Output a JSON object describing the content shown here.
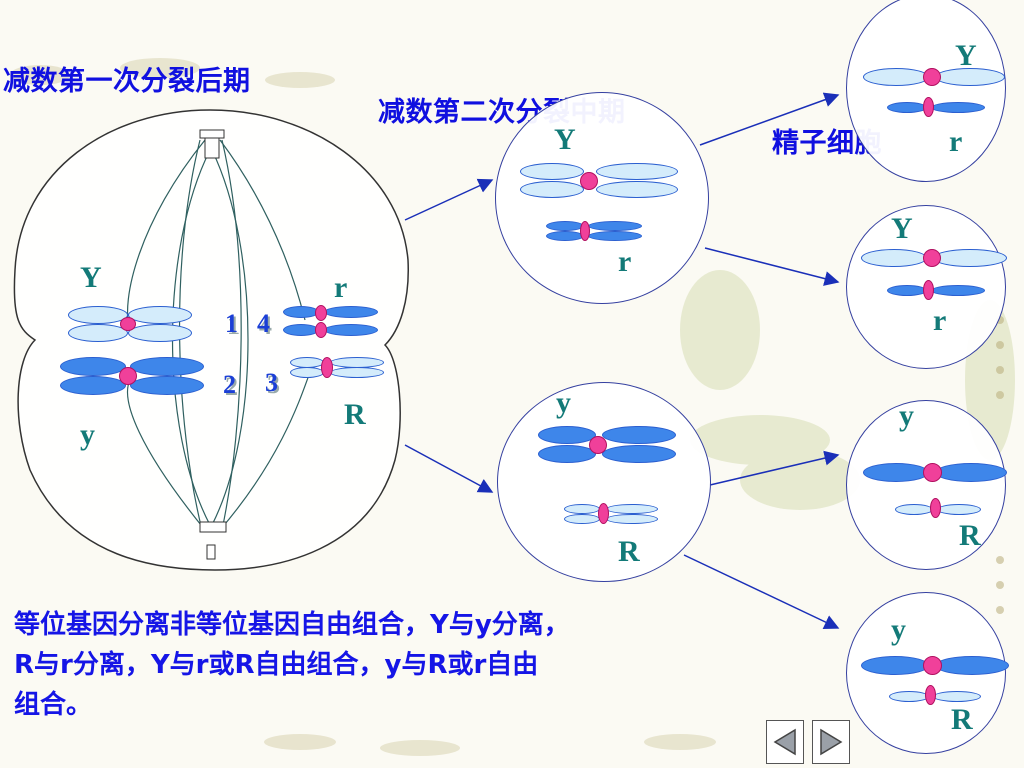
{
  "title": {
    "part1": "减数第一次分裂后期",
    "part2": "减数第二次分裂中期",
    "part3": "精子细胞"
  },
  "labels": {
    "big_cell": {
      "Y": "Y",
      "y": "y",
      "r": "r",
      "R": "R",
      "n1": "1",
      "n2": "2",
      "n3": "3",
      "n4": "4"
    },
    "mid_top": {
      "upper": "Y",
      "lower": "r"
    },
    "mid_bottom": {
      "upper": "y",
      "lower": "R"
    },
    "sperm1": {
      "upper": "Y",
      "lower": "r"
    },
    "sperm2": {
      "upper": "Y",
      "lower": "r"
    },
    "sperm3": {
      "upper": "y",
      "lower": "R"
    },
    "sperm4": {
      "upper": "y",
      "lower": "R"
    }
  },
  "bottom_text": {
    "line1": "等位基因分离非等位基因自由组合，Y与y分离，",
    "line2": "R与r分离，Y与r或R自由组合，y与R或r自由",
    "line3": "组合。"
  },
  "nav": {
    "prev_icon": "triangle-left-icon",
    "next_icon": "triangle-right-icon"
  },
  "colors": {
    "text_blue": "#1010e0",
    "label_teal": "#137a78",
    "centromere": "#f0409a",
    "chromosome_dark": "#3e86ea",
    "chromosome_light": "#d4ecfb"
  }
}
